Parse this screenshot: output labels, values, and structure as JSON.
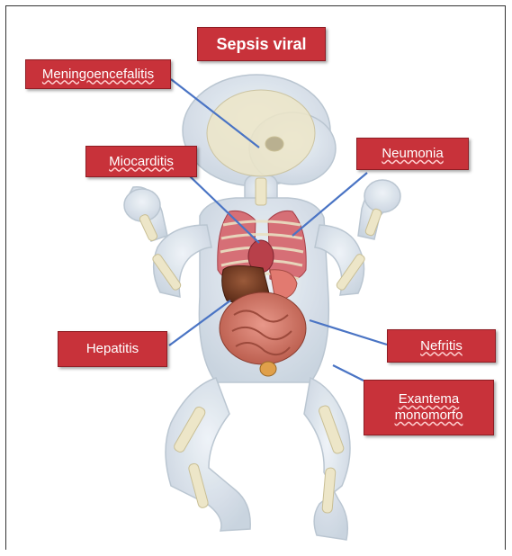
{
  "diagram": {
    "title": "Sepsis viral",
    "labels": {
      "meningo": "Meningoencefalitis",
      "miocarditis": "Miocarditis",
      "neumonia": "Neumonia",
      "hepatitis": "Hepatitis",
      "nefritis": "Nefritis",
      "exantema_line1": "Exantema",
      "exantema_line2": "monomorfo"
    },
    "colors": {
      "label_fill": "#c8323a",
      "label_text": "#ffffff",
      "connector": "#4a74c4"
    }
  }
}
